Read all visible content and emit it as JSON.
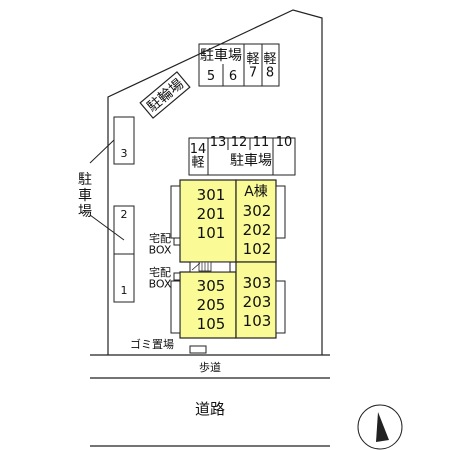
{
  "colors": {
    "building": "#fafa96",
    "line": "#222222",
    "background": "#ffffff"
  },
  "labels": {
    "parking_upper": "駐車場",
    "parking_middle": "駐車場",
    "parking_left": "駐車場",
    "bicycle_parking": "駐輪場",
    "delivery_box_1": "宅配\nBOX",
    "delivery_box_2": "宅配\nBOX",
    "garbage": "ゴミ置場",
    "sidewalk": "歩道",
    "road": "道路",
    "building_name": "A棟"
  },
  "parking_upper_spaces": [
    "5",
    "6",
    "軽\n7",
    "軽\n8"
  ],
  "parking_middle_spaces": [
    "14\n軽",
    "13",
    "12",
    "11",
    "10"
  ],
  "parking_left_spaces": [
    "3",
    "2",
    "1"
  ],
  "units_top_left": [
    "301",
    "201",
    "101"
  ],
  "units_top_right": [
    "302",
    "202",
    "102"
  ],
  "units_bottom_left": [
    "305",
    "205",
    "105"
  ],
  "units_bottom_right": [
    "303",
    "203",
    "103"
  ],
  "icons": {
    "north_arrow": "north-arrow-icon",
    "stairs": "stairs-icon"
  }
}
